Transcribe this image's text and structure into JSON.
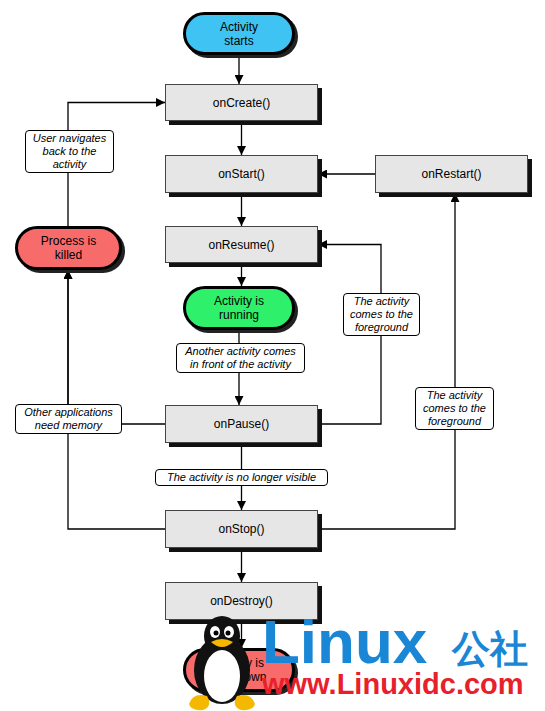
{
  "diagram": {
    "nodes": [
      {
        "text": [
          "Activity starts"
        ]
      },
      {
        "text": [
          "onCreate()"
        ]
      },
      {
        "text": [
          "onStart()"
        ]
      },
      {
        "text": [
          "onRestart()"
        ]
      },
      {
        "text": [
          "Process is killed"
        ]
      },
      {
        "text": [
          "onResume()"
        ]
      },
      {
        "text": [
          "Activity is running"
        ]
      },
      {
        "text": [
          "onPause()"
        ]
      },
      {
        "text": [
          "onStop()"
        ]
      },
      {
        "text": [
          "onDestroy()"
        ]
      },
      {
        "text": [
          "Activity is shut down"
        ]
      }
    ],
    "edges": [
      {
        "from": 0,
        "to": 1,
        "arrow": "to"
      },
      {
        "from": 1,
        "to": 2,
        "arrow": "to"
      },
      {
        "from": 2,
        "to": 5,
        "arrow": "to"
      },
      {
        "from": 5,
        "to": 6,
        "arrow": "to"
      },
      {
        "from": 6,
        "to": 7,
        "label": "Another activity comes in front of the activity",
        "arrow": "to"
      },
      {
        "from": 7,
        "to": 8,
        "label": "The activity is no longer visible",
        "arrow": "to"
      },
      {
        "from": 8,
        "to": 9,
        "arrow": "to"
      },
      {
        "from": 9,
        "to": 10,
        "arrow": "to"
      },
      {
        "from": 7,
        "to": 5,
        "label": "The activity comes to the foreground",
        "arrow": "to"
      },
      {
        "from": 8,
        "to": 3,
        "label": "The activity comes to the foreground",
        "arrow": "to"
      },
      {
        "from": 3,
        "to": 2,
        "arrow": "to"
      },
      {
        "from": 4,
        "to": 1,
        "label": "User navigates back to the activity",
        "arrow": "to"
      },
      {
        "from": 7,
        "to": 4,
        "label": "Other applications need memory",
        "arrow": "to"
      },
      {
        "from": 8,
        "to": 4,
        "arrow": "to"
      }
    ],
    "labels": [
      "Linux",
      "公社",
      "www.Linuxidc.com"
    ]
  }
}
